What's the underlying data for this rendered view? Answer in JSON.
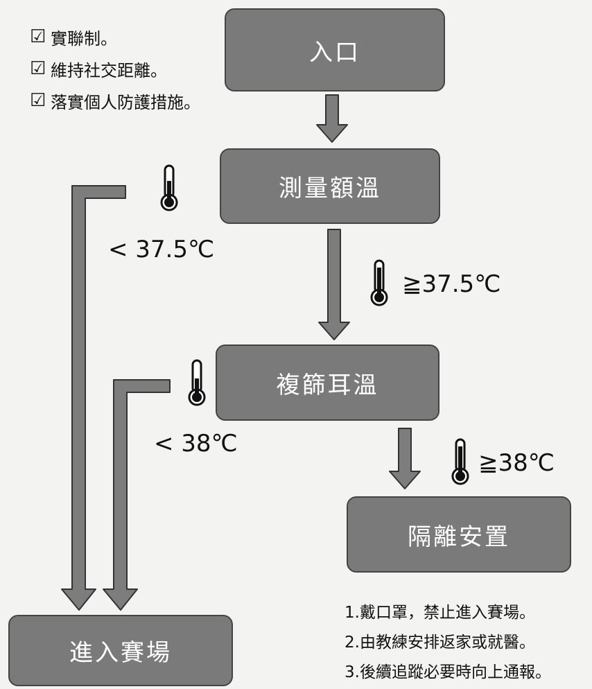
{
  "checklist": [
    {
      "icon": "checkbox-checked-icon",
      "text": "實聯制。"
    },
    {
      "icon": "checkbox-checked-icon",
      "text": "維持社交距離。"
    },
    {
      "icon": "checkbox-checked-icon",
      "text": "落實個人防護措施。"
    }
  ],
  "boxes": {
    "entrance": "入口",
    "forehead": "測量額溫",
    "ear": "複篩耳溫",
    "isolation": "隔離安置",
    "enter_venue": "進入賽場"
  },
  "conditions": {
    "forehead_pass": "< 37.5℃",
    "forehead_fail": "≧37.5℃",
    "ear_pass": "< 38℃",
    "ear_fail": "≧38℃"
  },
  "notes": [
    "1.戴口罩，禁止進入賽場。",
    "2.由教練安排返家或就醫。",
    "3.後續追蹤必要時向上通報。"
  ],
  "icons": {
    "check": "☑",
    "thermometer": "thermometer-icon"
  },
  "colors": {
    "box_fill": "#7a7a7a",
    "arrow_fill": "#7d7d7d",
    "background": "#f3f3f1"
  }
}
